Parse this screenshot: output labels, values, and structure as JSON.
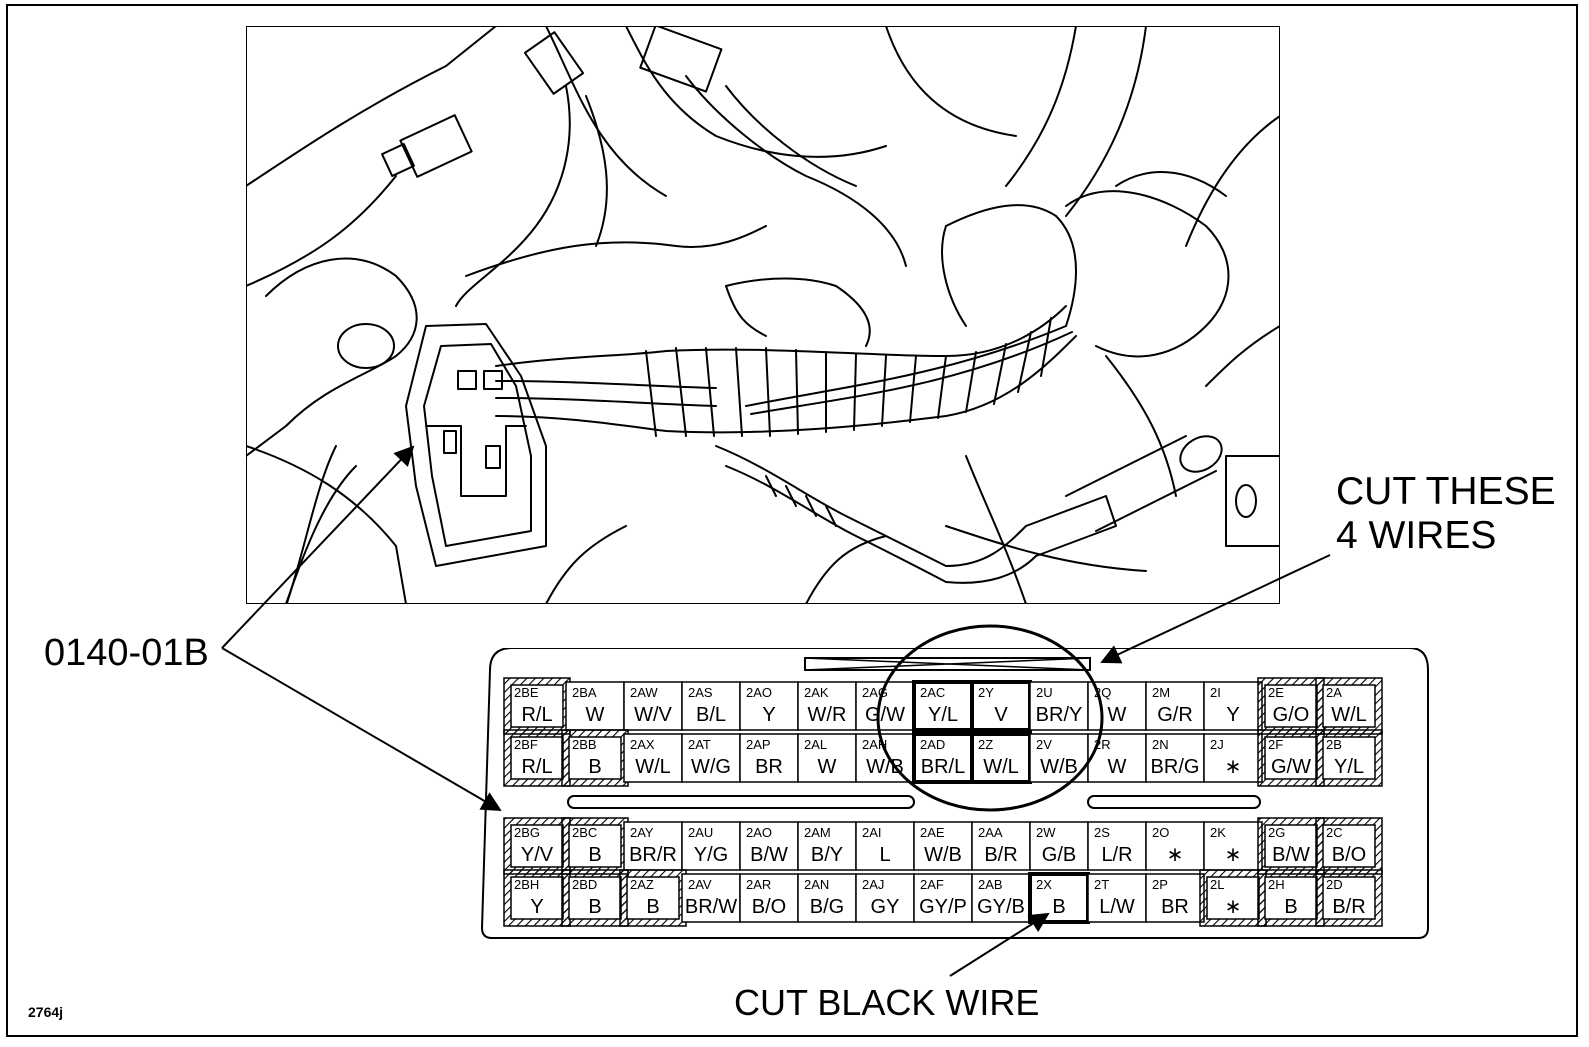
{
  "labels": {
    "cut_these_line1": "CUT THESE",
    "cut_these_line2": "4 WIRES",
    "part_number": "0140-01B",
    "cut_black_wire": "CUT BLACK WIRE",
    "figure_id": "2764j"
  },
  "connector": {
    "upper_rows": [
      [
        {
          "code": "2BE",
          "color": "R/L",
          "style": "hatched"
        },
        {
          "code": "2BA",
          "color": "W"
        },
        {
          "code": "2AW",
          "color": "W/V"
        },
        {
          "code": "2AS",
          "color": "B/L"
        },
        {
          "code": "2AO",
          "color": "Y"
        },
        {
          "code": "2AK",
          "color": "W/R"
        },
        {
          "code": "2AG",
          "color": "G/W"
        },
        {
          "code": "2AC",
          "color": "Y/L",
          "style": "bold"
        },
        {
          "code": "2Y",
          "color": "V",
          "style": "bold"
        },
        {
          "code": "2U",
          "color": "BR/Y"
        },
        {
          "code": "2Q",
          "color": "W"
        },
        {
          "code": "2M",
          "color": "G/R"
        },
        {
          "code": "2I",
          "color": "Y"
        },
        {
          "code": "2E",
          "color": "G/O",
          "style": "hatched"
        },
        {
          "code": "2A",
          "color": "W/L",
          "style": "hatched"
        }
      ],
      [
        {
          "code": "2BF",
          "color": "R/L",
          "style": "hatched"
        },
        {
          "code": "2BB",
          "color": "B",
          "style": "hatched"
        },
        {
          "code": "2AX",
          "color": "W/L"
        },
        {
          "code": "2AT",
          "color": "W/G"
        },
        {
          "code": "2AP",
          "color": "BR"
        },
        {
          "code": "2AL",
          "color": "W"
        },
        {
          "code": "2AH",
          "color": "W/B"
        },
        {
          "code": "2AD",
          "color": "BR/L",
          "style": "bold"
        },
        {
          "code": "2Z",
          "color": "W/L",
          "style": "bold"
        },
        {
          "code": "2V",
          "color": "W/B"
        },
        {
          "code": "2R",
          "color": "W"
        },
        {
          "code": "2N",
          "color": "BR/G"
        },
        {
          "code": "2J",
          "color": "∗"
        },
        {
          "code": "2F",
          "color": "G/W",
          "style": "hatched"
        },
        {
          "code": "2B",
          "color": "Y/L",
          "style": "hatched"
        }
      ]
    ],
    "lower_rows": [
      [
        {
          "code": "2BG",
          "color": "Y/V",
          "style": "hatched"
        },
        {
          "code": "2BC",
          "color": "B",
          "style": "hatched"
        },
        {
          "code": "2AY",
          "color": "BR/R"
        },
        {
          "code": "2AU",
          "color": "Y/G"
        },
        {
          "code": "2AO",
          "color": "B/W"
        },
        {
          "code": "2AM",
          "color": "B/Y"
        },
        {
          "code": "2AI",
          "color": "L"
        },
        {
          "code": "2AE",
          "color": "W/B"
        },
        {
          "code": "2AA",
          "color": "B/R"
        },
        {
          "code": "2W",
          "color": "G/B"
        },
        {
          "code": "2S",
          "color": "L/R"
        },
        {
          "code": "2O",
          "color": "∗"
        },
        {
          "code": "2K",
          "color": "∗"
        },
        {
          "code": "2G",
          "color": "B/W",
          "style": "hatched"
        },
        {
          "code": "2C",
          "color": "B/O",
          "style": "hatched"
        }
      ],
      [
        {
          "code": "2BH",
          "color": "Y",
          "style": "hatched"
        },
        {
          "code": "2BD",
          "color": "B",
          "style": "hatched"
        },
        {
          "code": "2AZ",
          "color": "B",
          "style": "hatched"
        },
        {
          "code": "2AV",
          "color": "BR/W"
        },
        {
          "code": "2AR",
          "color": "B/O"
        },
        {
          "code": "2AN",
          "color": "B/G"
        },
        {
          "code": "2AJ",
          "color": "GY"
        },
        {
          "code": "2AF",
          "color": "GY/P"
        },
        {
          "code": "2AB",
          "color": "GY/B"
        },
        {
          "code": "2X",
          "color": "B",
          "style": "bold"
        },
        {
          "code": "2T",
          "color": "L/W"
        },
        {
          "code": "2P",
          "color": "BR"
        },
        {
          "code": "2L",
          "color": "∗",
          "style": "hatched"
        },
        {
          "code": "2H",
          "color": "B",
          "style": "hatched"
        },
        {
          "code": "2D",
          "color": "B/R",
          "style": "hatched"
        }
      ]
    ]
  }
}
